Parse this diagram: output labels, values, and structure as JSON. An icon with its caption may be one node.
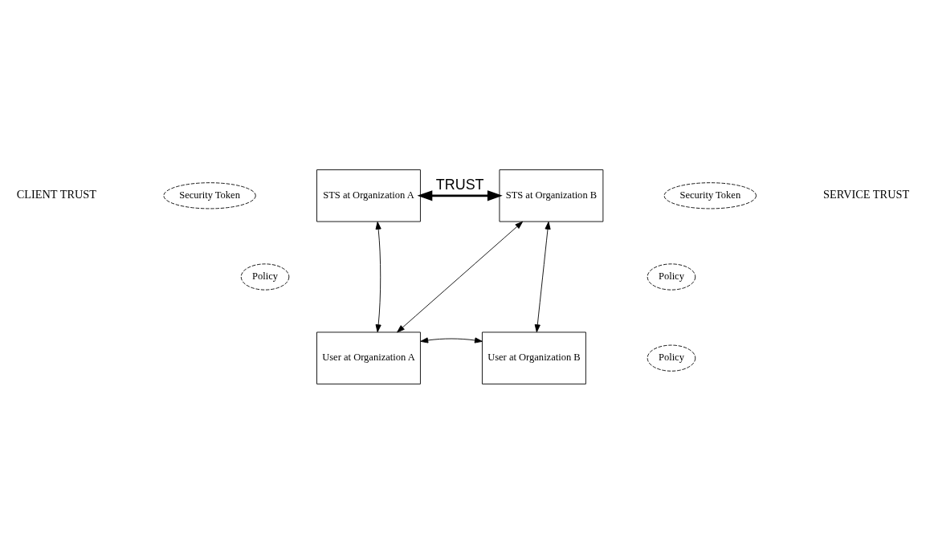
{
  "diagram": {
    "nodes": [
      {
        "text": [
          "STS at Organization A"
        ]
      },
      {
        "text": [
          "STS at Organization B"
        ]
      },
      {
        "text": [
          "User at Organization A"
        ]
      },
      {
        "text": [
          "User at Organization B"
        ]
      },
      {
        "text": [
          "Security Token"
        ]
      },
      {
        "text": [
          "Policy"
        ]
      },
      {
        "text": [
          "Security Token"
        ]
      },
      {
        "text": [
          "Policy"
        ]
      },
      {
        "text": [
          "Policy"
        ]
      }
    ],
    "edges": [
      {
        "from": 0,
        "to": 1,
        "arrow": "both",
        "label": "TRUST",
        "style": "thick"
      },
      {
        "from": 0,
        "to": 2,
        "arrow": "both"
      },
      {
        "from": 1,
        "to": 2,
        "arrow": "both"
      },
      {
        "from": 1,
        "to": 3,
        "arrow": "both"
      },
      {
        "from": 2,
        "to": 3,
        "arrow": "both"
      }
    ],
    "labels": [
      "CLIENT TRUST",
      "SERVICE TRUST"
    ]
  }
}
